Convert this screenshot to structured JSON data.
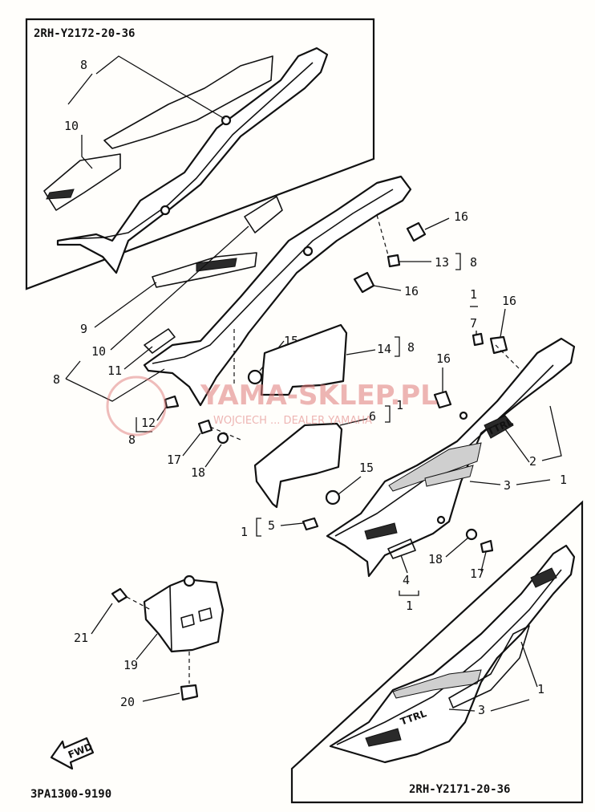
{
  "codes": {
    "inset_top": "2RH-Y2172-20-36",
    "inset_bottom": "2RH-Y2171-20-36",
    "catalog": "3PA1300-9190"
  },
  "watermark": {
    "main": "YAMA-SKLEP.PL",
    "sub": "WOJCIECH ... DEALER YAMAHA"
  },
  "fwd_label": "FWD",
  "decal_text": "TTRL",
  "labels": {
    "t_8": "8",
    "t_10": "10",
    "l_16a": "16",
    "l_13": "13",
    "l_13_ref": "8",
    "l_16b": "16",
    "l_9": "9",
    "l_10": "10",
    "l_11": "11",
    "l_8": "8",
    "l_12": "12",
    "l_12_ref": "8",
    "l_15a": "15",
    "l_14": "14",
    "l_14_ref": "8",
    "l_1a": "1",
    "l_7": "7",
    "l_16c": "16",
    "l_16d": "16",
    "l_6": "6",
    "l_6_ref": "1",
    "l_2": "2",
    "l_3": "3",
    "l_1b": "1",
    "l_17a": "17",
    "l_18a": "18",
    "l_15b": "15",
    "l_1c": "1",
    "l_5": "5",
    "l_18b": "18",
    "l_17b": "17",
    "l_4": "4",
    "l_4_ref": "1",
    "l_21": "21",
    "l_19": "19",
    "l_20": "20",
    "l_1d": "1",
    "l_3b": "3"
  }
}
